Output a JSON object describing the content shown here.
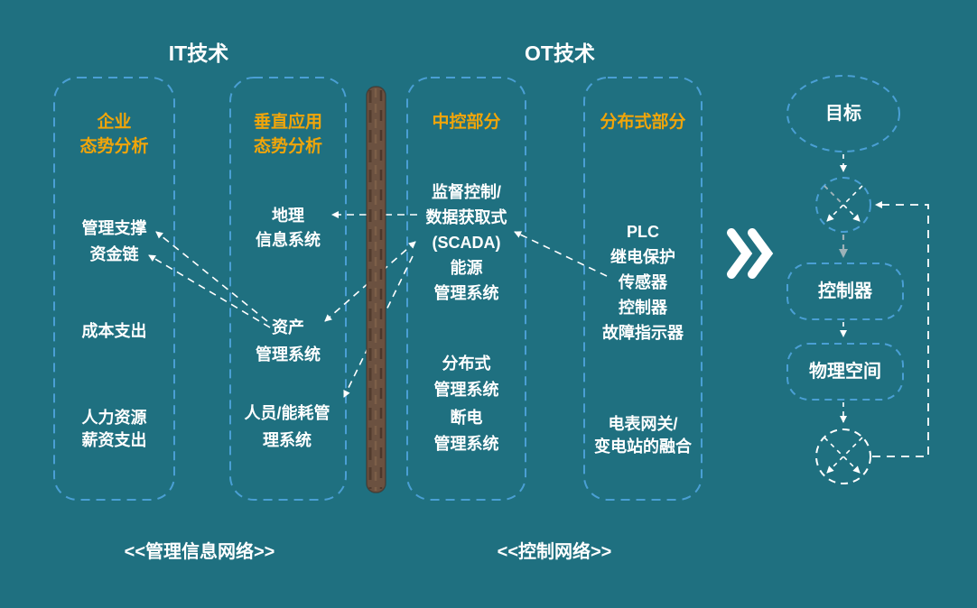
{
  "titles": {
    "it": "IT技术",
    "ot": "OT技术"
  },
  "columns": [
    {
      "header": "企业\n态势分析",
      "items": [
        "管理支撑\n资金链",
        "成本支出",
        "人力资源\n薪资支出"
      ]
    },
    {
      "header": "垂直应用\n态势分析",
      "items": [
        "地理\n信息系统",
        "资产\n管理系统",
        "人员/能耗管\n理系统"
      ]
    },
    {
      "header": "中控部分",
      "items": [
        "监督控制/\n数据获取式\n(SCADA)\n能源\n管理系统",
        "分布式\n管理系统",
        "断电\n管理系统"
      ]
    },
    {
      "header": "分布式部分",
      "items": [
        "PLC\n继电保护\n传感器\n控制器\n故障指示器",
        "电表网关/\n变电站的融合"
      ]
    }
  ],
  "flowchart": {
    "goal": "目标",
    "controller": "控制器",
    "physical_space": "物理空间"
  },
  "footer": {
    "it_network": "<<管理信息网络>>",
    "ot_network": "<<控制网络>>"
  },
  "icons": {
    "chevron": "double-chevron-right",
    "junction_top": "crossed-circle-junction",
    "junction_bottom": "crossed-circle-junction"
  },
  "colors": {
    "background": "#1f7080",
    "box_border_blue": "#4a9fd4",
    "header_yellow": "#f0a50a",
    "text_white": "#ffffff",
    "separator_brown": "#6b5140",
    "arrow_gray": "#9db2b8"
  }
}
